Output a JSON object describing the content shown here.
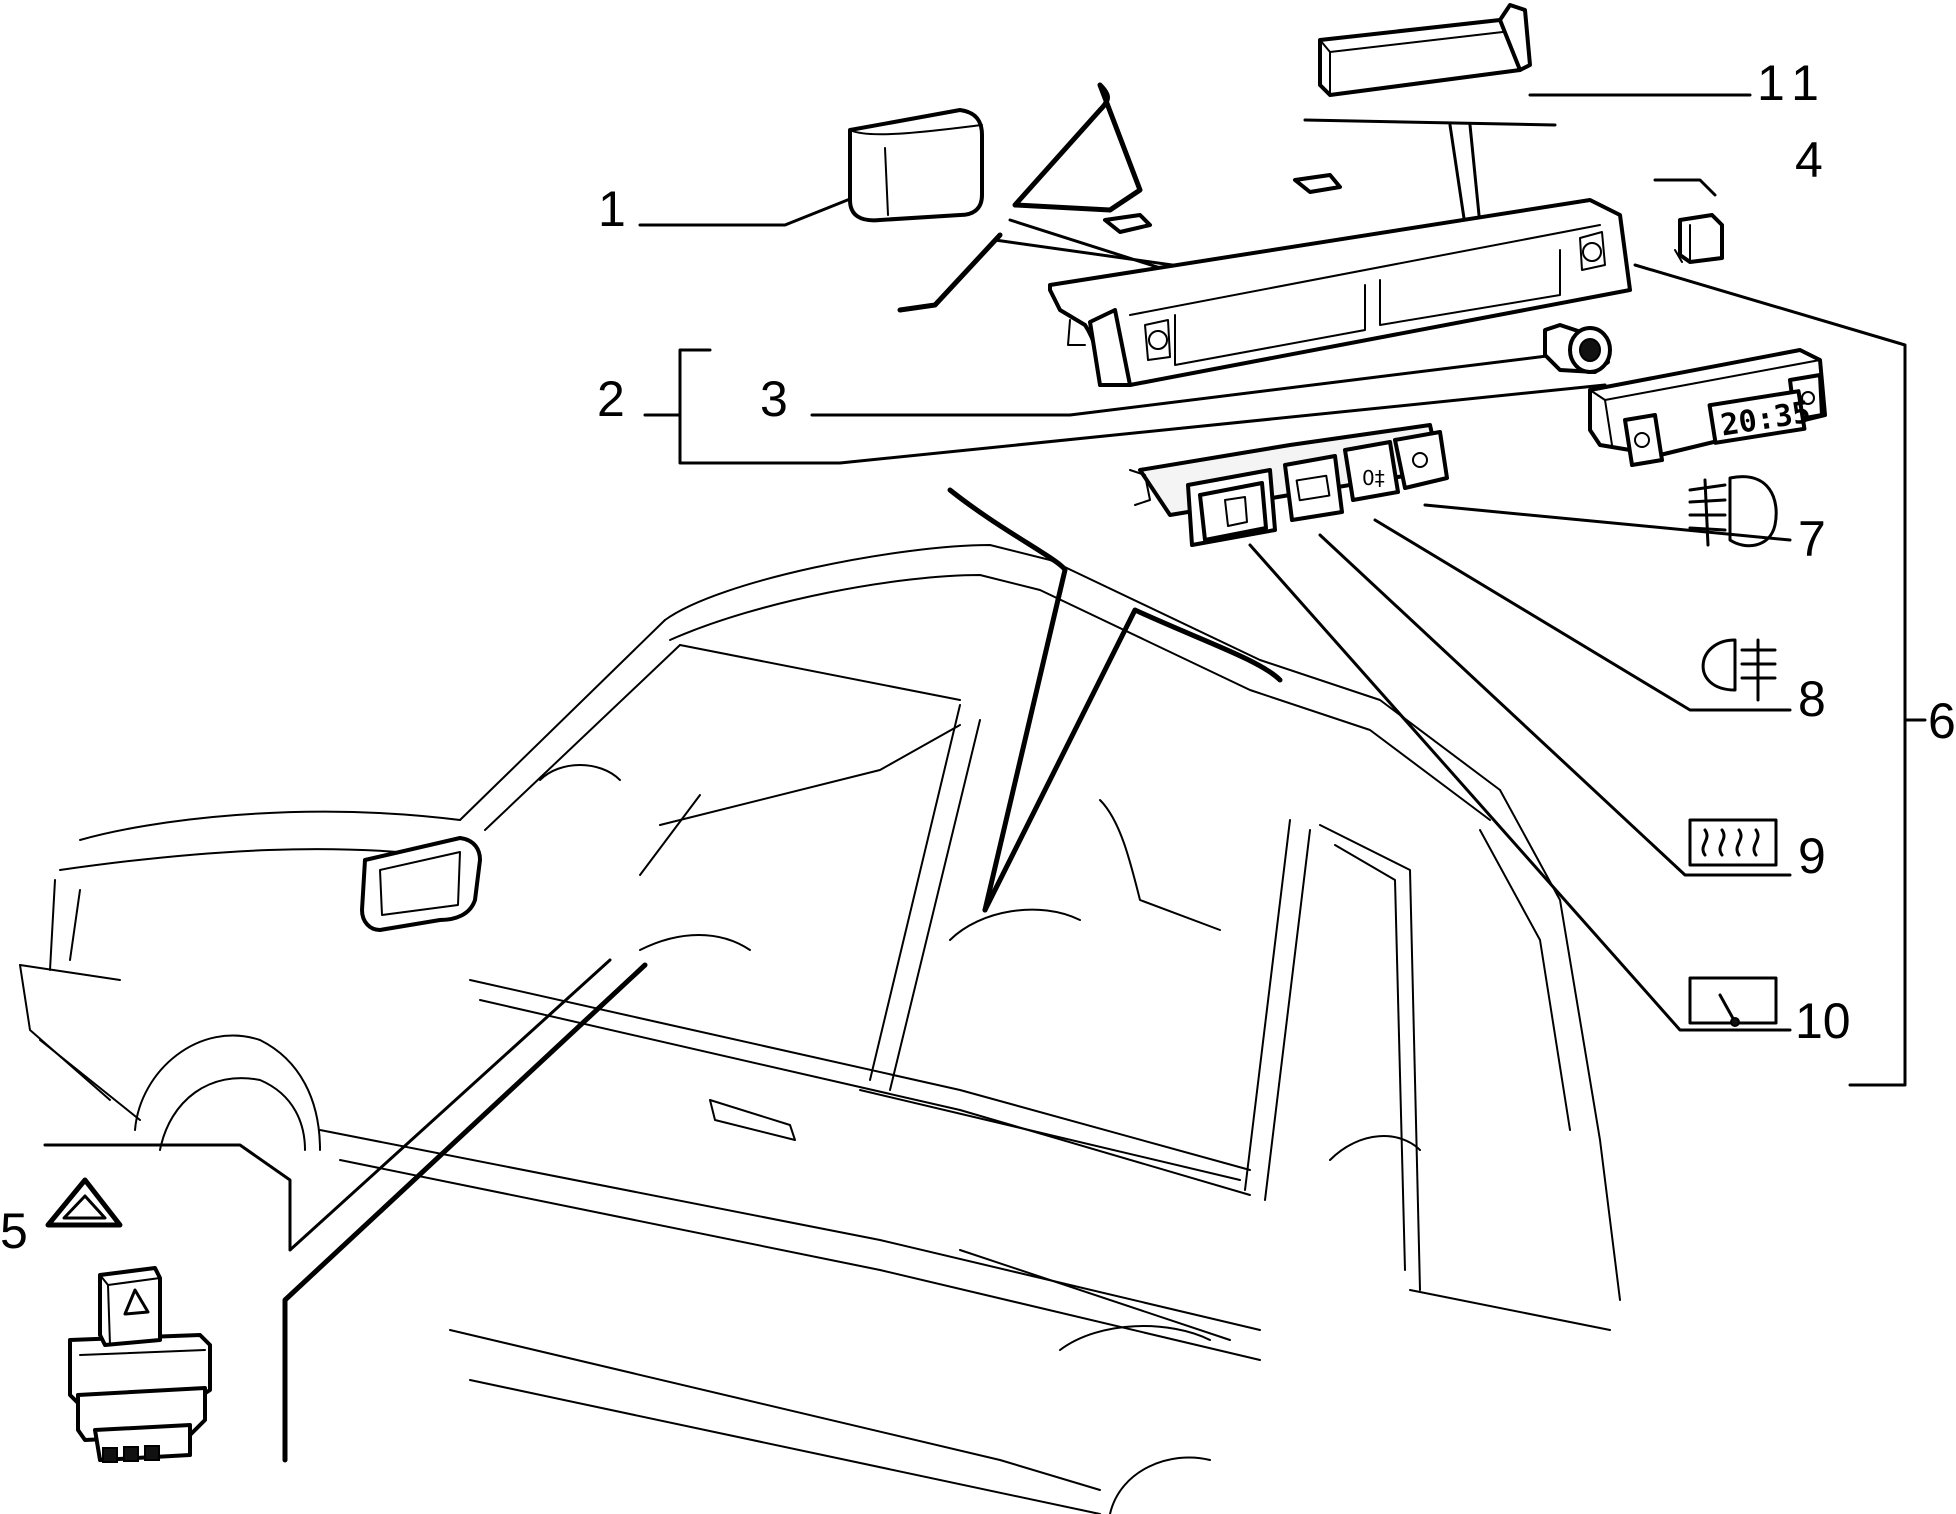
{
  "callouts": [
    {
      "id": "1",
      "text": "1"
    },
    {
      "id": "2",
      "text": "2"
    },
    {
      "id": "3",
      "text": "3"
    },
    {
      "id": "4",
      "text": "4"
    },
    {
      "id": "5",
      "text": "5"
    },
    {
      "id": "6",
      "text": "6"
    },
    {
      "id": "7",
      "text": "7"
    },
    {
      "id": "8",
      "text": "8"
    },
    {
      "id": "9",
      "text": "9"
    },
    {
      "id": "10",
      "text": "10"
    },
    {
      "id": "11",
      "text": "11"
    }
  ],
  "clock_display": "20:35",
  "symbols": {
    "7": "front-fog-light-icon",
    "8": "rear-fog-light-icon",
    "9": "rear-window-defrost-icon",
    "10": "rear-wiper-icon",
    "5": "hazard-warning-icon"
  },
  "colors": {
    "ink": "#000000",
    "paper": "#ffffff"
  }
}
